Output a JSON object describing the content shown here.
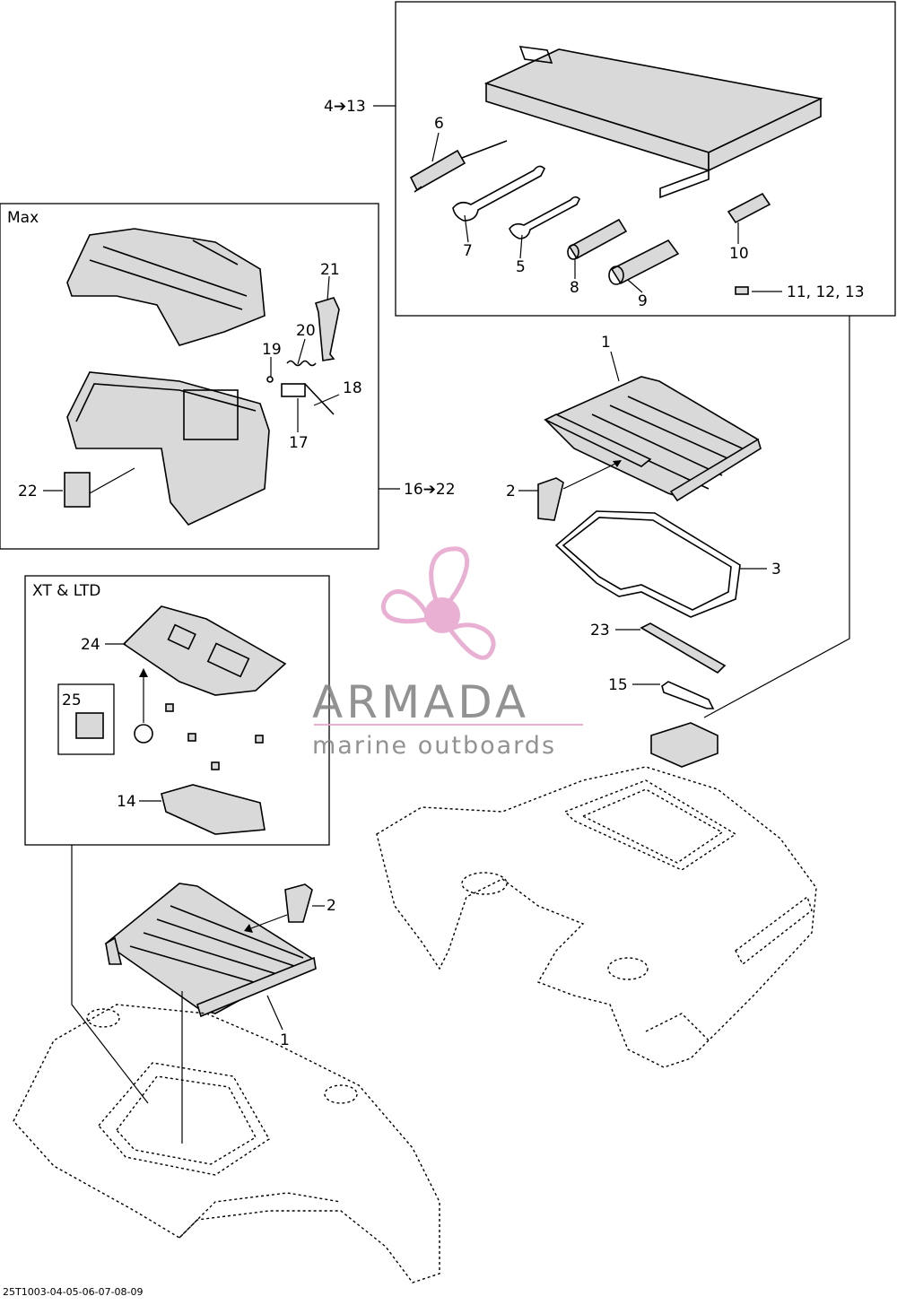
{
  "diagram": {
    "boxes": {
      "max": "Max",
      "xt_ltd": "XT & LTD"
    },
    "callouts": {
      "c1_top": "1",
      "c1_bottom": "1",
      "c2_top": "2",
      "c2_bottom": "2",
      "c3": "3",
      "c4_13": "4➔13",
      "c5": "5",
      "c6": "6",
      "c7": "7",
      "c8": "8",
      "c9": "9",
      "c10": "10",
      "c11_13": "11, 12, 13",
      "c14": "14",
      "c15": "15",
      "c16_22": "16➔22",
      "c17": "17",
      "c18": "18",
      "c19": "19",
      "c20": "20",
      "c21": "21",
      "c22": "22",
      "c23": "23",
      "c24": "24",
      "c25": "25"
    },
    "footer": "25T1003-04-05-06-07-08-09"
  },
  "watermark": {
    "brand": "ARMADA",
    "tagline": "marine outboards",
    "color_pink": "#e6a3cc",
    "color_gray": "#808080"
  }
}
